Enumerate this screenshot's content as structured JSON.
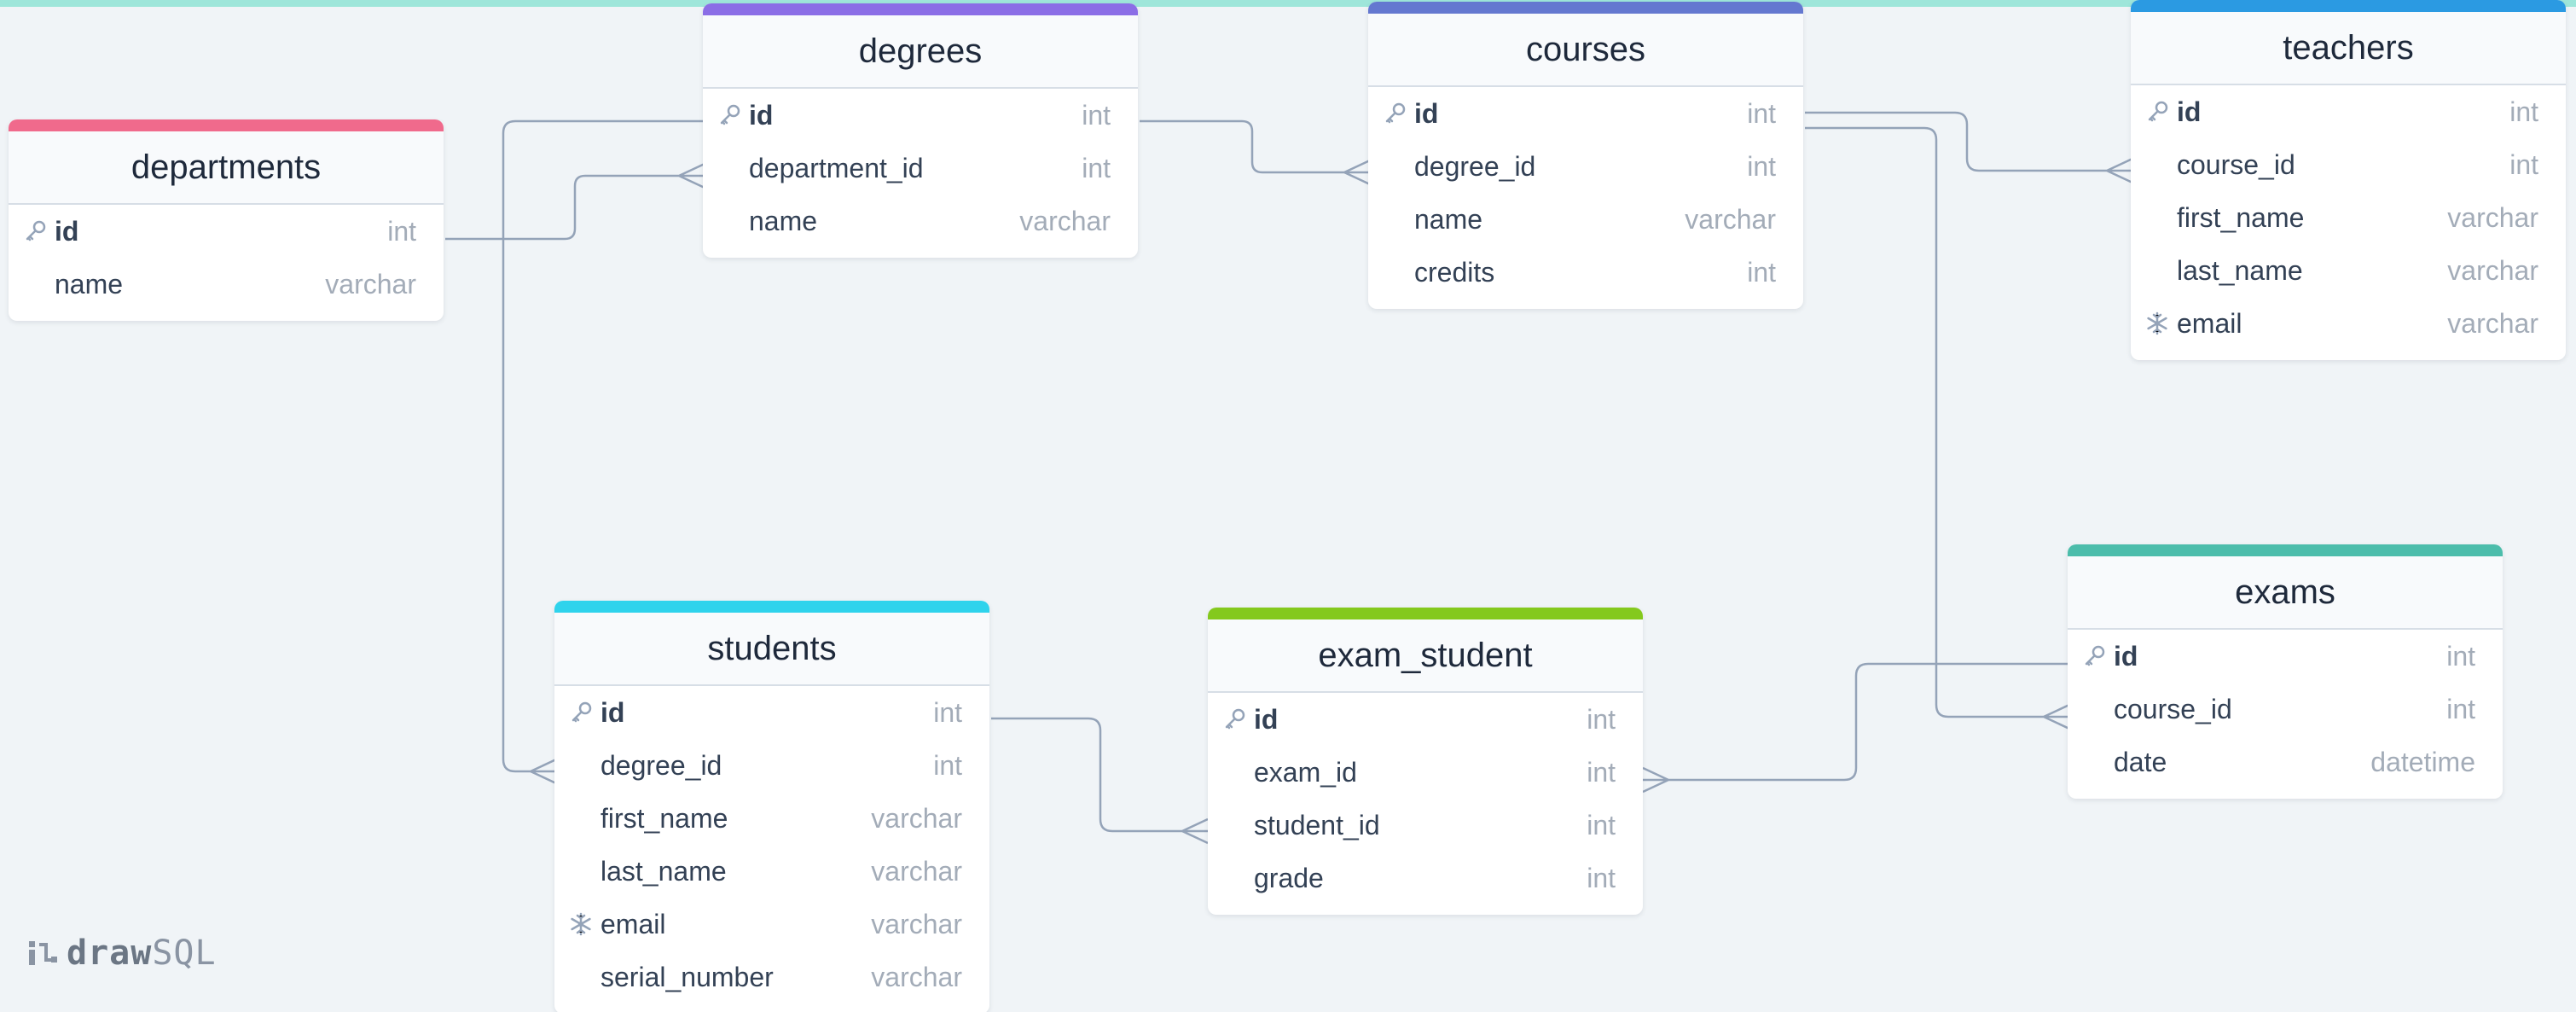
{
  "colors": {
    "departments": "#f06a8c",
    "degrees": "#8b6ee6",
    "courses": "#6478d0",
    "teachers": "#2b9ae2",
    "students": "#2fd3ec",
    "exam_student": "#84c91d",
    "exams": "#4cbdab",
    "connector": "#94a3b8"
  },
  "tables": [
    {
      "key": "departments",
      "name": "departments",
      "columns": [
        {
          "name": "id",
          "type": "int",
          "marker": "key-icon"
        },
        {
          "name": "name",
          "type": "varchar",
          "marker": ""
        }
      ]
    },
    {
      "key": "degrees",
      "name": "degrees",
      "columns": [
        {
          "name": "id",
          "type": "int",
          "marker": "key-icon"
        },
        {
          "name": "department_id",
          "type": "int",
          "marker": ""
        },
        {
          "name": "name",
          "type": "varchar",
          "marker": ""
        }
      ]
    },
    {
      "key": "courses",
      "name": "courses",
      "columns": [
        {
          "name": "id",
          "type": "int",
          "marker": "key-icon"
        },
        {
          "name": "degree_id",
          "type": "int",
          "marker": ""
        },
        {
          "name": "name",
          "type": "varchar",
          "marker": ""
        },
        {
          "name": "credits",
          "type": "int",
          "marker": ""
        }
      ]
    },
    {
      "key": "teachers",
      "name": "teachers",
      "columns": [
        {
          "name": "id",
          "type": "int",
          "marker": "key-icon"
        },
        {
          "name": "course_id",
          "type": "int",
          "marker": ""
        },
        {
          "name": "first_name",
          "type": "varchar",
          "marker": ""
        },
        {
          "name": "last_name",
          "type": "varchar",
          "marker": ""
        },
        {
          "name": "email",
          "type": "varchar",
          "marker": "unique-snowflake-icon"
        }
      ]
    },
    {
      "key": "students",
      "name": "students",
      "columns": [
        {
          "name": "id",
          "type": "int",
          "marker": "key-icon"
        },
        {
          "name": "degree_id",
          "type": "int",
          "marker": ""
        },
        {
          "name": "first_name",
          "type": "varchar",
          "marker": ""
        },
        {
          "name": "last_name",
          "type": "varchar",
          "marker": ""
        },
        {
          "name": "email",
          "type": "varchar",
          "marker": "unique-snowflake-icon"
        },
        {
          "name": "serial_number",
          "type": "varchar",
          "marker": ""
        }
      ]
    },
    {
      "key": "exam_student",
      "name": "exam_student",
      "columns": [
        {
          "name": "id",
          "type": "int",
          "marker": "key-icon"
        },
        {
          "name": "exam_id",
          "type": "int",
          "marker": ""
        },
        {
          "name": "student_id",
          "type": "int",
          "marker": ""
        },
        {
          "name": "grade",
          "type": "int",
          "marker": ""
        }
      ]
    },
    {
      "key": "exams",
      "name": "exams",
      "columns": [
        {
          "name": "id",
          "type": "int",
          "marker": "key-icon"
        },
        {
          "name": "course_id",
          "type": "int",
          "marker": ""
        },
        {
          "name": "date",
          "type": "datetime",
          "marker": ""
        }
      ]
    }
  ],
  "relationships": [
    {
      "from": "departments.id",
      "to": "degrees.department_id"
    },
    {
      "from": "degrees.id",
      "to": "courses.degree_id"
    },
    {
      "from": "degrees.id",
      "to": "students.degree_id"
    },
    {
      "from": "courses.id",
      "to": "teachers.course_id"
    },
    {
      "from": "courses.id",
      "to": "exams.course_id"
    },
    {
      "from": "students.id",
      "to": "exam_student.student_id"
    },
    {
      "from": "exams.id",
      "to": "exam_student.exam_id"
    }
  ],
  "logo": {
    "text_bold": "draw",
    "text_rest": "SQL"
  }
}
